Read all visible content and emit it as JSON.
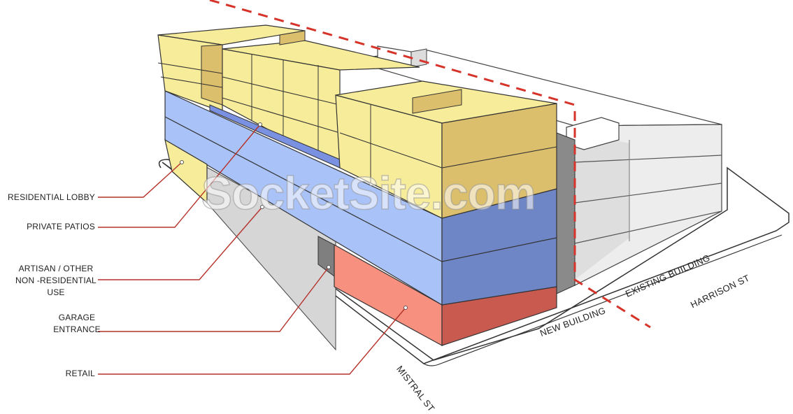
{
  "labels": {
    "residential_lobby": "RESIDENTIAL LOBBY",
    "private_patios": "PRIVATE PATIOS",
    "artisan_line1": "ARTISAN / OTHER",
    "artisan_line2": "NON -RESIDENTIAL USE",
    "garage_line1": "GARAGE",
    "garage_line2": "ENTRANCE",
    "retail": "RETAIL"
  },
  "streets": {
    "mistral": "MISTRAL ST",
    "harrison": "HARRISON ST",
    "new_building": "NEW BUILDING",
    "existing_building": "EXISTING BUILDING"
  },
  "watermark": "SocketSite.com",
  "colors": {
    "residential": "#f7ec9a",
    "residential_shade": "#dcbf6c",
    "artisan": "#a9c2f7",
    "artisan_shade": "#6f86c6",
    "retail": "#f8907f",
    "retail_shade": "#c85a50",
    "existing": "#ececec",
    "leader": "#b5322a",
    "property_line": "#d6342a"
  }
}
